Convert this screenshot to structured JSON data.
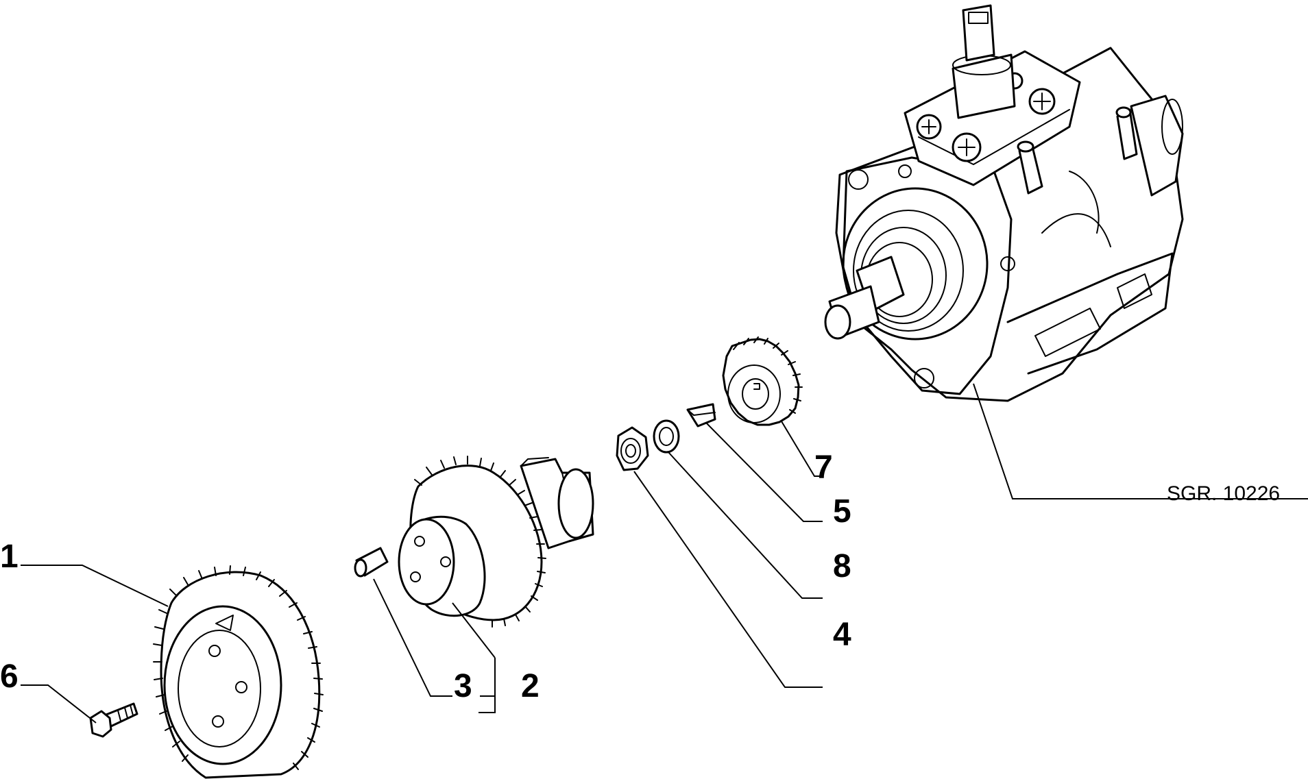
{
  "labels": {
    "p1": "1",
    "p2": "2",
    "p3": "3",
    "p4": "4",
    "p5": "5",
    "p6": "6",
    "p7": "7",
    "p8": "8",
    "ref": "SGR. 10226"
  },
  "colors": {
    "line": "#000000",
    "background": "#ffffff"
  }
}
